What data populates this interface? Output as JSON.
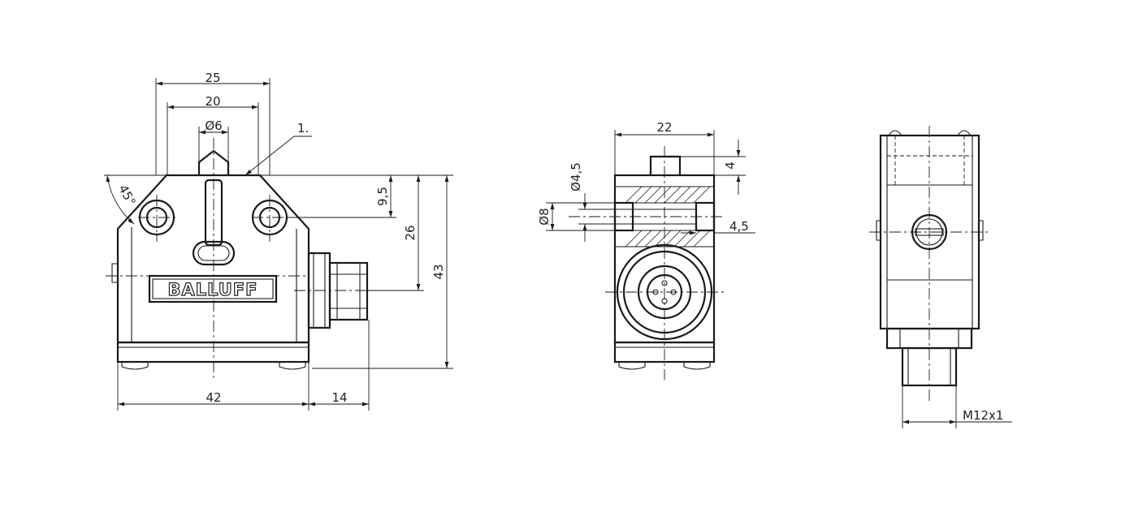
{
  "dimensions": {
    "front": {
      "width_outer": "25",
      "hole_spacing": "20",
      "plunger_diameter": "Ø6",
      "callout": "1.",
      "angle": "45°",
      "top_to_hole": "9,5",
      "top_to_connector": "26",
      "overall_height": "43",
      "body_length": "42",
      "connector_length": "14"
    },
    "side": {
      "width": "22",
      "plunger_height": "4",
      "hole_diameter": "Ø4,5",
      "counterbore_diameter": "Ø8",
      "counterbore_depth": "4,5"
    },
    "rear": {
      "thread": "M12x1"
    }
  },
  "logo": {
    "text": "BALLUFF"
  },
  "icons": {
    "counterbore_hole": "hole-icon",
    "connector_pins": "m12-connector-icon",
    "screw": "screw-icon"
  }
}
